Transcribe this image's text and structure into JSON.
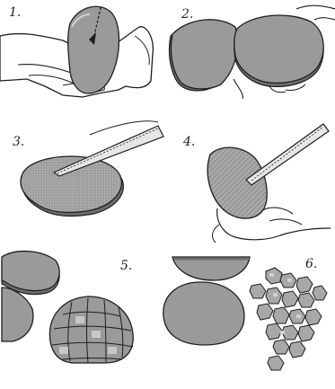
{
  "steps": [
    {
      "number": "1."
    },
    {
      "number": "2."
    },
    {
      "number": "3."
    },
    {
      "number": "4."
    },
    {
      "number": "5."
    },
    {
      "number": "6."
    }
  ],
  "colors": {
    "flesh": "#9a9a9a",
    "flesh_light": "#c8c8c8",
    "rim": "#6e6e6e",
    "outline": "#1e1e1e",
    "skin_line": "#2a2a2a",
    "background": "#ffffff"
  }
}
